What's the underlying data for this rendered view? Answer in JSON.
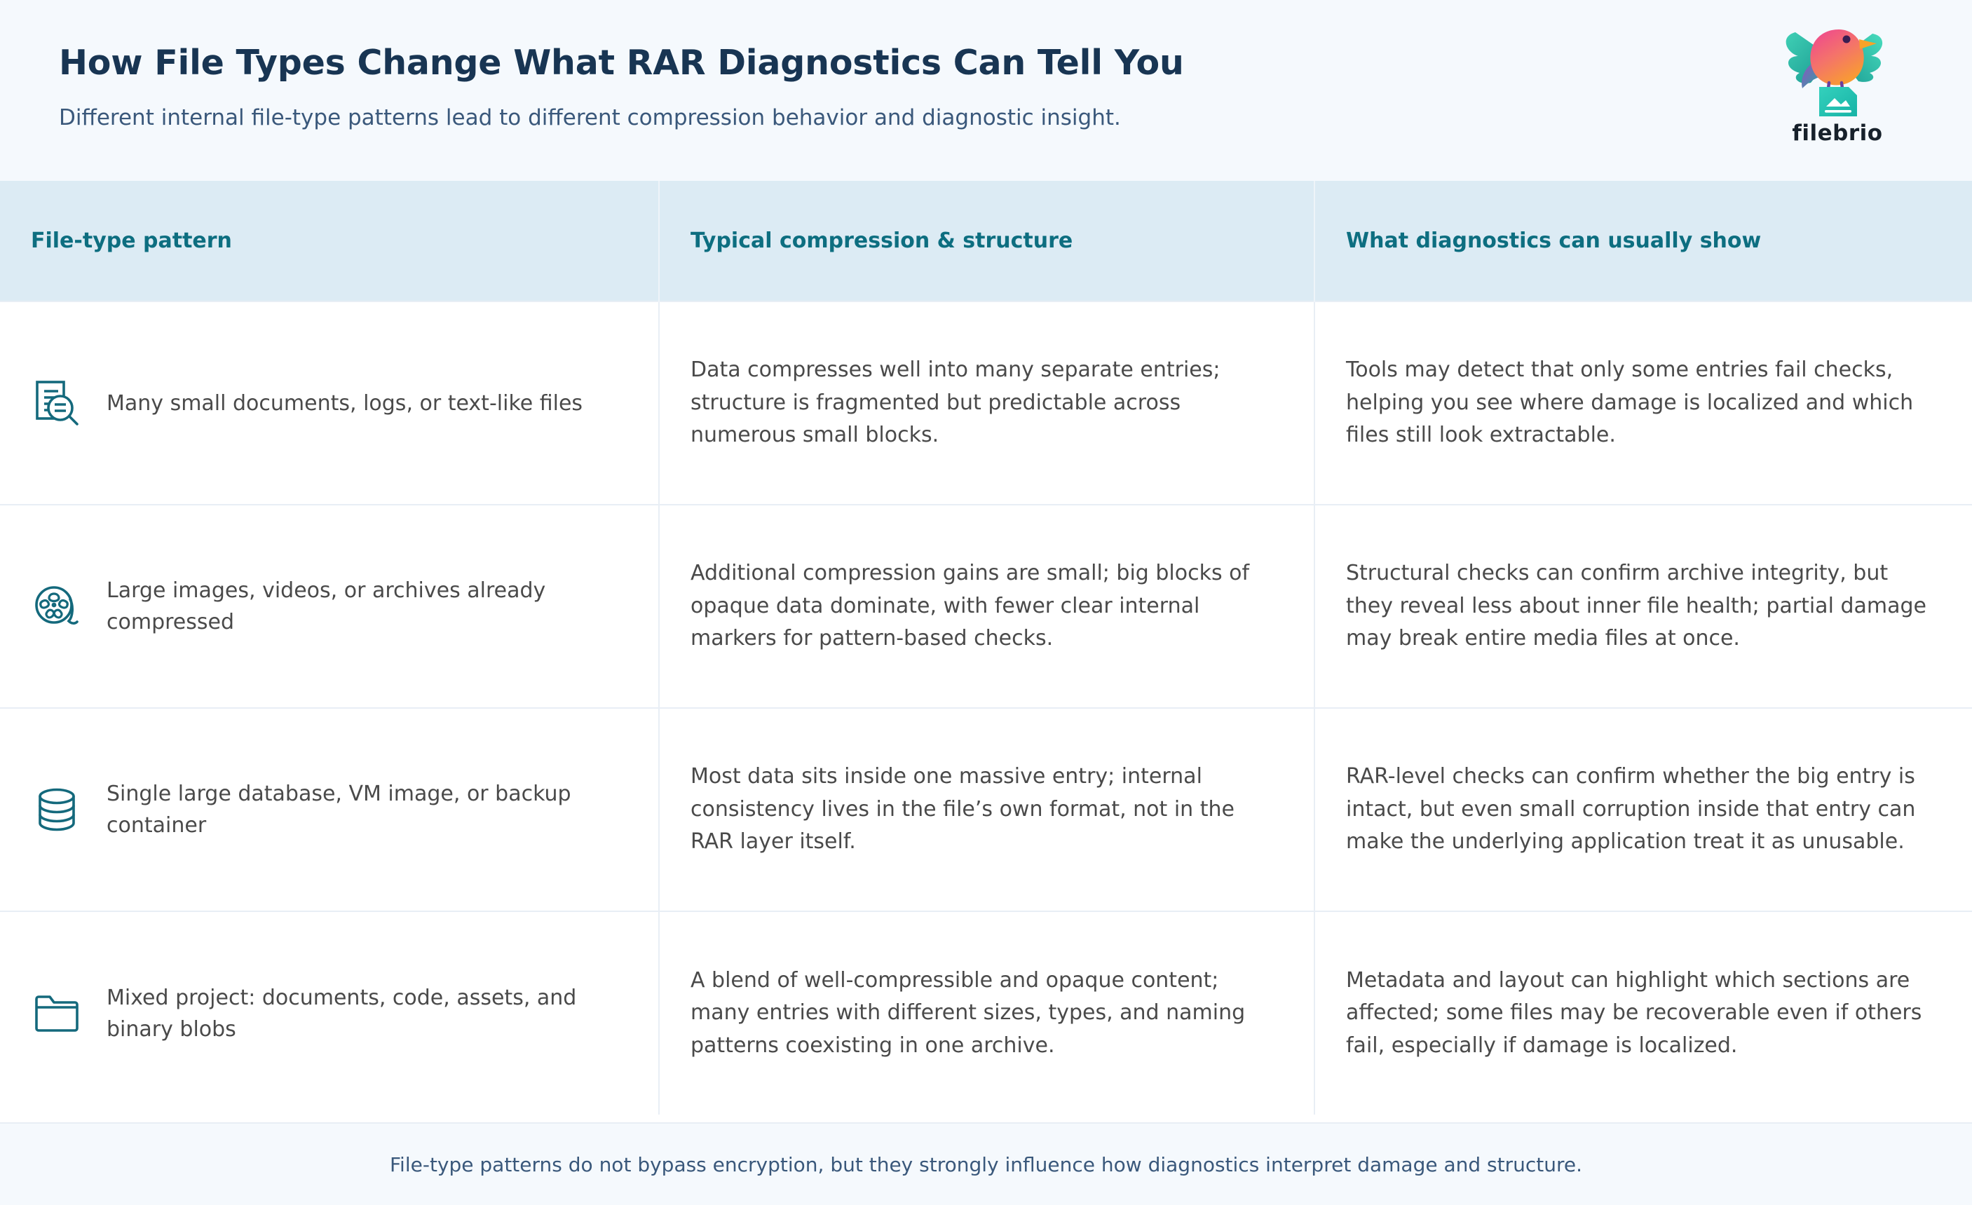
{
  "header": {
    "title": "How File Types Change What RAR Diagnostics Can Tell You",
    "subtitle": "Different internal file-type patterns lead to different compression  behavior and diagnostic insight.",
    "logo_wordmark": "filebrio"
  },
  "table": {
    "columns": [
      "File-type pattern",
      "Typical compression & structure",
      "What diagnostics can usually show"
    ],
    "rows": [
      {
        "icon": "document-search-icon",
        "pattern": "Many small documents, logs, or text-like files",
        "compression": "Data compresses well into many separate entries; structure is fragmented but predictable across numerous small blocks.",
        "diagnostics": "Tools may detect that only some entries fail checks, helping you see where damage is localized and which files still look extractable."
      },
      {
        "icon": "film-reel-icon",
        "pattern": "Large images, videos, or archives already compressed",
        "compression": "Additional compression gains are small; big blocks of opaque data dominate, with fewer clear internal markers for pattern-based checks.",
        "diagnostics": "Structural checks can confirm archive integrity, but they reveal less about inner file health; partial damage may break entire media files at once."
      },
      {
        "icon": "database-icon",
        "pattern": "Single large database, VM image, or backup container",
        "compression": "Most data sits inside one massive entry; internal consistency lives in the file’s own format, not in the RAR layer itself.",
        "diagnostics": "RAR-level checks can confirm whether the big entry is intact, but even small corruption inside that entry can make the underlying application treat it as unusable."
      },
      {
        "icon": "folder-icon",
        "pattern": "Mixed project: documents, code, assets, and binary blobs",
        "compression": "A blend of well-compressible and opaque content; many entries with different sizes, types, and naming patterns coexisting in one archive.",
        "diagnostics": "Metadata and layout can highlight which sections are affected; some files may be recoverable even if others fail, especially if damage is localized."
      }
    ]
  },
  "footer": {
    "note": "File-type patterns do not bypass encryption, but they strongly influence how diagnostics interpret damage and structure."
  },
  "colors": {
    "header_bg": "#f5f9fd",
    "title": "#183553",
    "subtitle": "#3a587b",
    "table_header_bg": "#dcebf4",
    "table_header_text": "#0d6e80",
    "body_text": "#4a4a4a",
    "divider": "#e8eef5",
    "icon_teal": "#14697c"
  }
}
